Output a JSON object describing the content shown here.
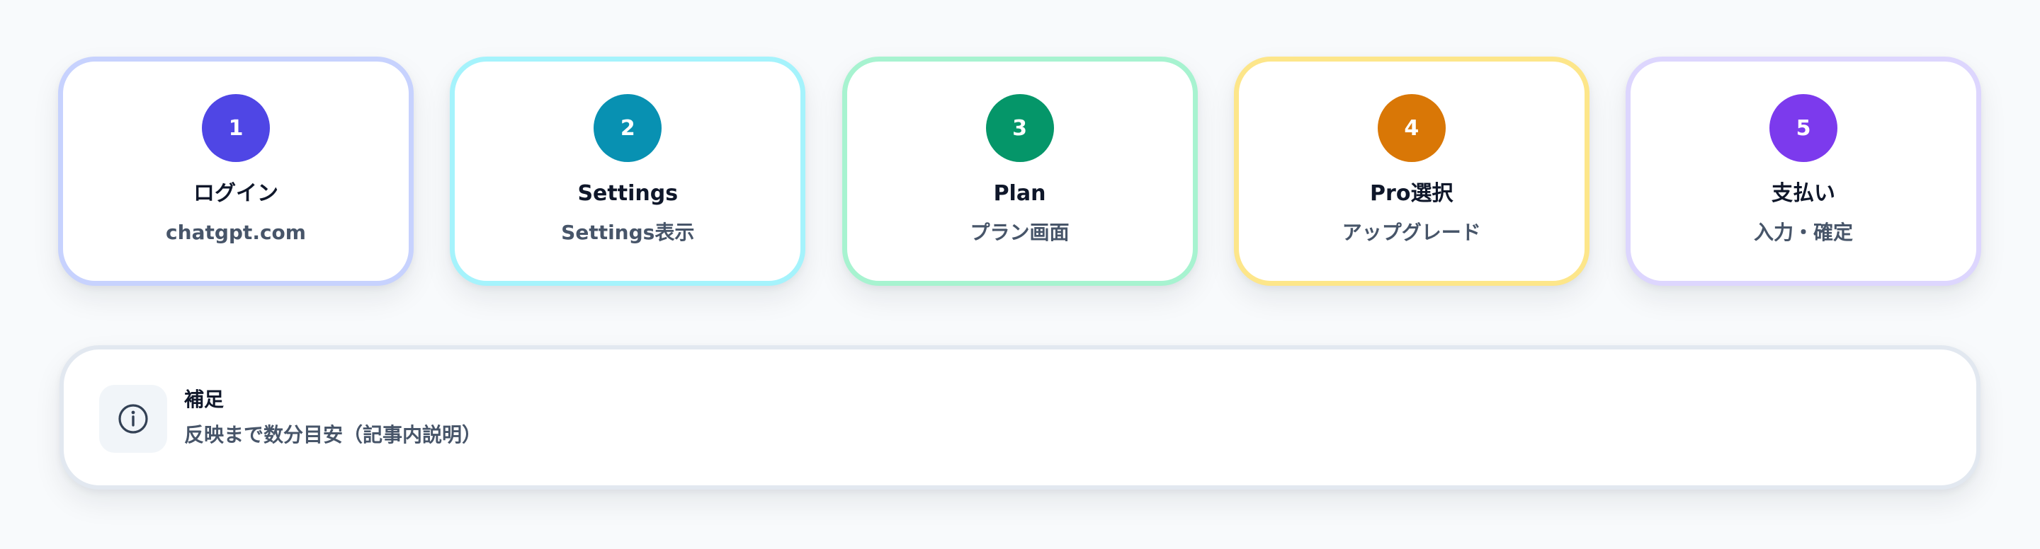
{
  "steps": [
    {
      "number": "1",
      "title": "ログイン",
      "subtitle": "chatgpt.com",
      "badge_color": "#4f46e5",
      "border_color": "#c7d2fe"
    },
    {
      "number": "2",
      "title": "Settings",
      "subtitle": "Settings表示",
      "badge_color": "#0891b2",
      "border_color": "#a5f3fc"
    },
    {
      "number": "3",
      "title": "Plan",
      "subtitle": "プラン画面",
      "badge_color": "#059669",
      "border_color": "#a7f3d0"
    },
    {
      "number": "4",
      "title": "Pro選択",
      "subtitle": "アップグレード",
      "badge_color": "#d97706",
      "border_color": "#fde68a"
    },
    {
      "number": "5",
      "title": "支払い",
      "subtitle": "入力・確定",
      "badge_color": "#7c3aed",
      "border_color": "#ddd6fe"
    }
  ],
  "note": {
    "icon": "info-icon",
    "title": "補足",
    "text": "反映まで数分目安（記事内説明）"
  }
}
